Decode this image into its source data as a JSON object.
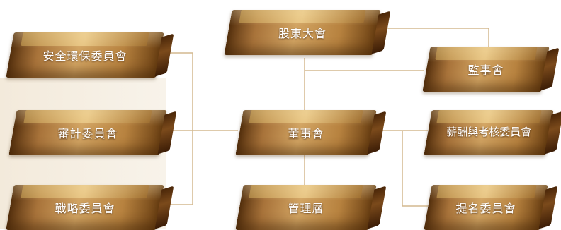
{
  "nodes": {
    "shareholders": "股東大會",
    "supervisors": "監事會",
    "safety": "安全環保委員會",
    "audit": "審計委員會",
    "strategy": "戰略委員會",
    "board": "董事會",
    "remuneration": "薪酬與考核委員會",
    "management": "管理層",
    "nomination": "提名委員會"
  },
  "colors": {
    "gold_light": "#d2a462",
    "gold_dark": "#5a3410",
    "connector": "#d4b98f",
    "panel": "#f6efe3"
  }
}
